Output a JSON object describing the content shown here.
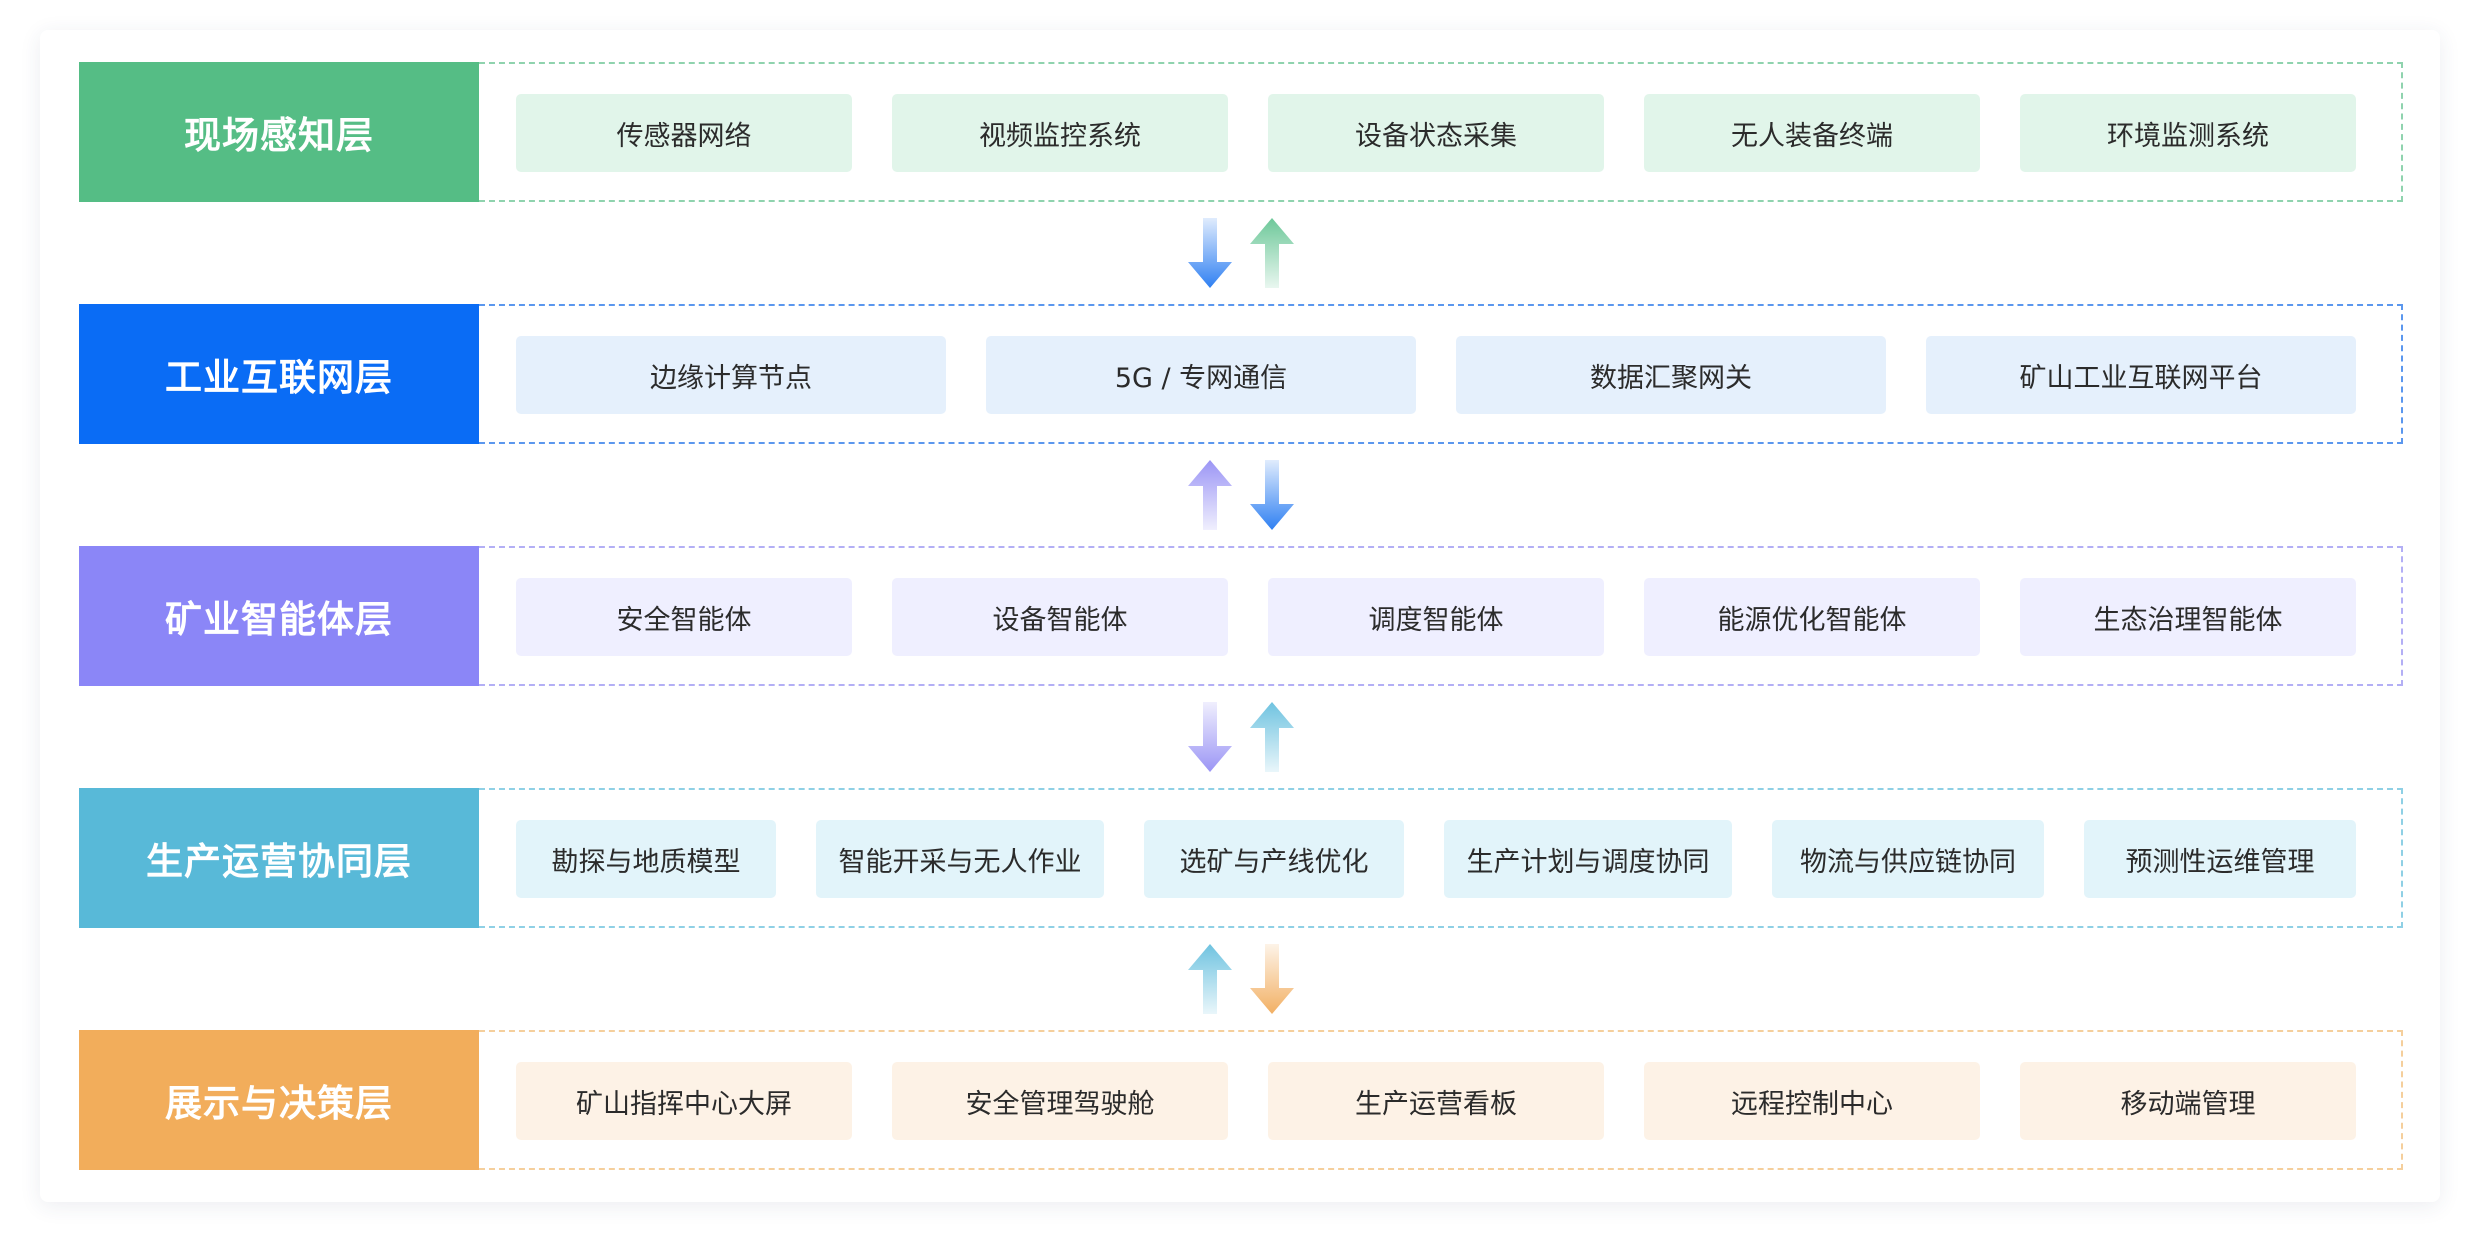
{
  "layers": [
    {
      "title": "现场感知层",
      "color": "#55bd85",
      "item_bg": "#e1f5ea",
      "border": "#8fd3ae",
      "items": [
        "传感器网络",
        "视频监控系统",
        "设备状态采集",
        "无人装备终端",
        "环境监测系统"
      ]
    },
    {
      "title": "工业互联网层",
      "color": "#0a6cf5",
      "item_bg": "#e5f0fc",
      "border": "#5b97ee",
      "items": [
        "边缘计算节点",
        "5G / 专网通信",
        "数据汇聚网关",
        "矿山工业互联网平台"
      ]
    },
    {
      "title": "矿业智能体层",
      "color": "#8b86f7",
      "item_bg": "#efefff",
      "border": "#b3aff5",
      "items": [
        "安全智能体",
        "设备智能体",
        "调度智能体",
        "能源优化智能体",
        "生态治理智能体"
      ]
    },
    {
      "title": "生产运营协同层",
      "color": "#58b9d8",
      "item_bg": "#e2f4fa",
      "border": "#8fd0e5",
      "items": [
        "勘探与地质模型",
        "智能开采与无人作业",
        "选矿与产线优化",
        "生产计划与调度协同",
        "物流与供应链协同",
        "预测性运维管理"
      ]
    },
    {
      "title": "展示与决策层",
      "color": "#f2ad5b",
      "item_bg": "#fdf2e6",
      "border": "#f5cf9c",
      "items": [
        "矿山指挥中心大屏",
        "安全管理驾驶舱",
        "生产运营看板",
        "远程控制中心",
        "移动端管理"
      ]
    }
  ],
  "connectors": [
    {
      "left": {
        "dir": "down",
        "color": "#2f80f2"
      },
      "right": {
        "dir": "up",
        "color": "#6dc899"
      }
    },
    {
      "left": {
        "dir": "up",
        "color": "#9b95f5"
      },
      "right": {
        "dir": "down",
        "color": "#2f80f2"
      }
    },
    {
      "left": {
        "dir": "down",
        "color": "#9b95f5"
      },
      "right": {
        "dir": "up",
        "color": "#6fc3e0"
      }
    },
    {
      "left": {
        "dir": "up",
        "color": "#6fc3e0"
      },
      "right": {
        "dir": "down",
        "color": "#f2b064"
      }
    }
  ]
}
